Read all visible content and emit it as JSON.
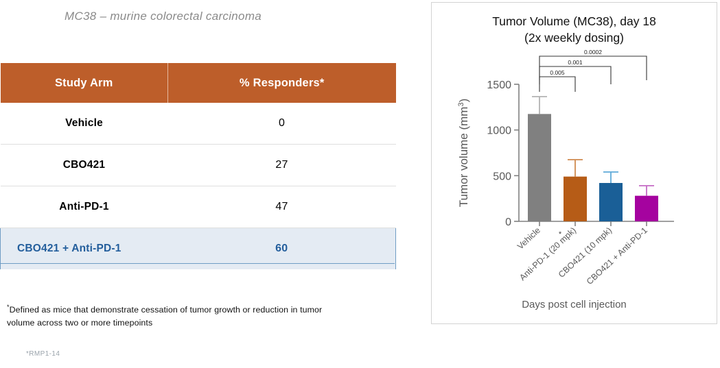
{
  "left": {
    "subtitle": "MC38 – murine colorectal carcinoma",
    "table": {
      "headers": [
        "Study Arm",
        "% Responders*"
      ],
      "rows": [
        {
          "arm": "Vehicle",
          "value": "0",
          "highlight": false
        },
        {
          "arm": "CBO421",
          "value": "27",
          "highlight": false
        },
        {
          "arm": "Anti-PD-1",
          "value": "47",
          "highlight": false
        },
        {
          "arm": "CBO421 + Anti-PD-1",
          "value": "60",
          "highlight": true
        }
      ]
    },
    "footnote": {
      "marker": "*",
      "text": "Defined as mice that demonstrate cessation of tumor growth or reduction in tumor volume across two or more timepoints"
    },
    "poster_ref": "*RMP1-14"
  },
  "chart_data": {
    "type": "bar",
    "title": "Tumor Volume (MC38), day 18",
    "subtitle": "(2x weekly dosing)",
    "title_line1": "Tumor Volume (MC38), day 18",
    "title_line2": "(2x weekly dosing)",
    "xlabel": "Days post cell injection",
    "ylabel": "Tumor volume (mm³)",
    "ylabel_base": "Tumor volume (mm",
    "ylabel_sup": "3",
    "ylabel_close": ")",
    "ylim": [
      0,
      1500
    ],
    "yticks": [
      "0",
      "500",
      "1000",
      "1500"
    ],
    "ytick_values": [
      0,
      500,
      1000,
      1500
    ],
    "grid": false,
    "legend": "none",
    "categories": [
      "Vehicle",
      "Anti-PD-1 (20 mpk)",
      "CBO421 (10 mpk)",
      "CBO421 + Anti-PD-1"
    ],
    "category_marker": "*",
    "values": [
      1175,
      490,
      420,
      280
    ],
    "errors": [
      190,
      185,
      120,
      110
    ],
    "colors": [
      "#808080",
      "#b65c17",
      "#1a5f97",
      "#a5039f"
    ],
    "error_colors": [
      "#b3b3b3",
      "#cf8a4e",
      "#5ea9d8",
      "#c46ac4"
    ],
    "annotations": [
      {
        "label": "0.005",
        "from": 0,
        "to": 1
      },
      {
        "label": "0.001",
        "from": 0,
        "to": 2
      },
      {
        "label": "0.0002",
        "from": 0,
        "to": 3
      }
    ]
  }
}
